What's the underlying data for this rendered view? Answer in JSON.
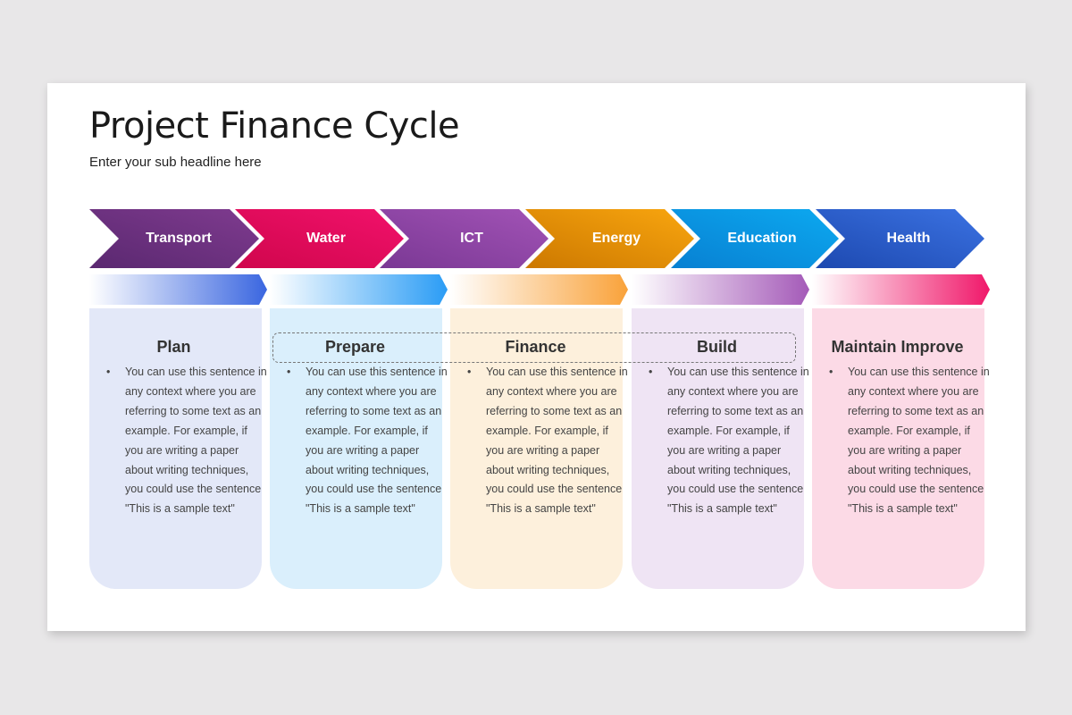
{
  "slide": {
    "title": "Project Finance Cycle",
    "subtitle": "Enter your sub headline here"
  },
  "chevrons": [
    {
      "label": "Transport",
      "color_start": "#5c2a72",
      "color_end": "#7e3a8e"
    },
    {
      "label": "Water",
      "color_start": "#d6064f",
      "color_end": "#f0116a"
    },
    {
      "label": "ICT",
      "color_start": "#7c3a96",
      "color_end": "#a051b4"
    },
    {
      "label": "Energy",
      "color_start": "#d17c00",
      "color_end": "#f7a20e"
    },
    {
      "label": "Education",
      "color_start": "#0a85d6",
      "color_end": "#0aa6ee"
    },
    {
      "label": "Health",
      "color_start": "#1f4fb8",
      "color_end": "#3a6fe0"
    }
  ],
  "bars": [
    {
      "color": "#3a66e0"
    },
    {
      "color": "#2a9cf5"
    },
    {
      "color": "#f9a23a"
    },
    {
      "color": "#a45ab8"
    },
    {
      "color": "#f0186a"
    }
  ],
  "cards": [
    {
      "title": "Plan",
      "bg": "#e3e8f8",
      "bullet": "•",
      "text": "You can use this sentence  in any context where you are referring to some text  as an example. For example, if you are writing a paper about writing techniques,  you could use the sentence  \"This is a sample text\""
    },
    {
      "title": "Prepare",
      "bg": "#daeffc",
      "bullet": "•",
      "text": "You can use this sentence  in any context where you are referring to some text  as an example. For example, if you are writing a paper about writing techniques,  you could use the sentence  \"This is a sample text\""
    },
    {
      "title": "Finance",
      "bg": "#fdf0dc",
      "bullet": "•",
      "text": "You can use this sentence  in any context where you are referring to some text  as an example. For example, if you are writing a paper about writing techniques,  you could use the sentence  \"This is a sample text\""
    },
    {
      "title": "Build",
      "bg": "#efe4f4",
      "bullet": "•",
      "text": "You can use this sentence  in any context where you are referring to some text  as an example. For example, if you are writing a paper about writing techniques,  you could use the sentence  \"This is a sample text\""
    },
    {
      "title": "Maintain Improve",
      "bg": "#fcdae6",
      "bullet": "•",
      "text": "You can use this sentence  in any context where you are referring to some text  as an example. For example, if you are writing a paper about writing techniques,  you could use the sentence  \"This is a sample text\""
    }
  ]
}
